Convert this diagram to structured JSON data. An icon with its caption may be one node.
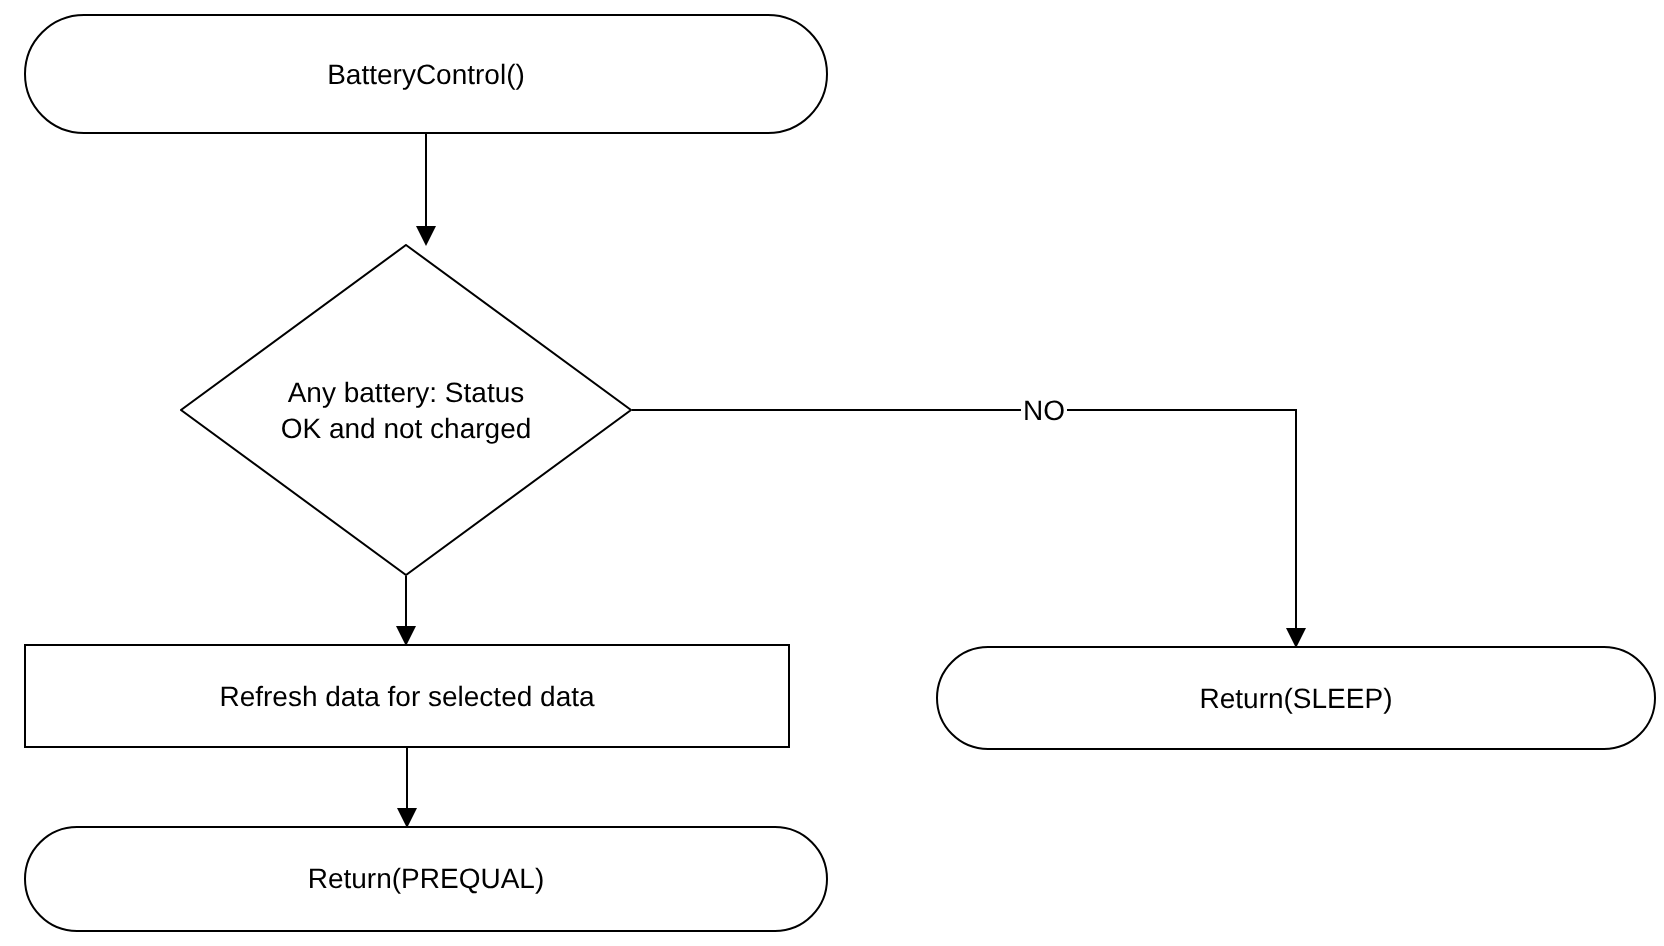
{
  "diagram": {
    "nodes": [
      {
        "text": [
          "BatteryControl()"
        ]
      },
      {
        "text": [
          "Any battery: Status OK and not charged"
        ]
      },
      {
        "text": [
          "Refresh data for selected data"
        ]
      },
      {
        "text": [
          "Return(PREQUAL)"
        ]
      },
      {
        "text": [
          "Return(SLEEP)"
        ]
      }
    ],
    "edges": [
      {
        "from": 0,
        "to": 1,
        "arrow": "to"
      },
      {
        "from": 1,
        "to": 2,
        "arrow": "to"
      },
      {
        "from": 2,
        "to": 3,
        "arrow": "to"
      },
      {
        "from": 1,
        "to": 4,
        "arrow": "to",
        "label": "NO"
      }
    ]
  }
}
